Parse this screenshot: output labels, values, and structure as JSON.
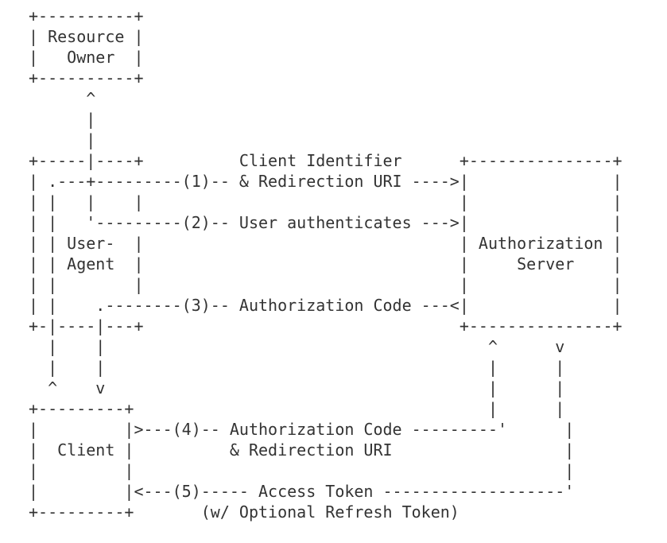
{
  "diagram": {
    "title_semantic": "OAuth 2.0 Authorization Code Grant Flow",
    "text_color": "#333333",
    "background_color": "#ffffff",
    "lines": [
      "+----------+",
      "| Resource |",
      "|   Owner  |",
      "+----------+",
      "      ^",
      "      |",
      "      |",
      "+-----|----+          Client Identifier      +---------------+",
      "| .---+---------(1)-- & Redirection URI ---->|               |",
      "| |   |    |                                 |               |",
      "| |   '---------(2)-- User authenticates --->|               |",
      "| | User-  |                                 | Authorization |",
      "| | Agent  |                                 |     Server    |",
      "| |        |                                 |               |",
      "| |    .--------(3)-- Authorization Code ---<|               |",
      "+-|----|---+                                 +---------------+",
      "  |    |                                        ^      v",
      "  |    |                                        |      |",
      "  ^    v                                        |      |",
      "+---------+                                     |      |",
      "|         |>---(4)-- Authorization Code ---------'      |",
      "|  Client |          & Redirection URI                  |",
      "|         |                                             |",
      "|         |<---(5)----- Access Token -------------------'",
      "+---------+       (w/ Optional Refresh Token)"
    ],
    "entities": [
      {
        "name": "Resource Owner"
      },
      {
        "name": "User-Agent"
      },
      {
        "name": "Authorization Server"
      },
      {
        "name": "Client"
      }
    ],
    "steps": [
      {
        "number": "(1)",
        "label": "Client Identifier & Redirection URI",
        "direction": "User-Agent -> Authorization Server"
      },
      {
        "number": "(2)",
        "label": "User authenticates",
        "direction": "User-Agent -> Authorization Server"
      },
      {
        "number": "(3)",
        "label": "Authorization Code",
        "direction": "Authorization Server -> User-Agent"
      },
      {
        "number": "(4)",
        "label": "Authorization Code & Redirection URI",
        "direction": "Client -> Authorization Server"
      },
      {
        "number": "(5)",
        "label": "Access Token (w/ Optional Refresh Token)",
        "direction": "Authorization Server -> Client"
      }
    ]
  }
}
